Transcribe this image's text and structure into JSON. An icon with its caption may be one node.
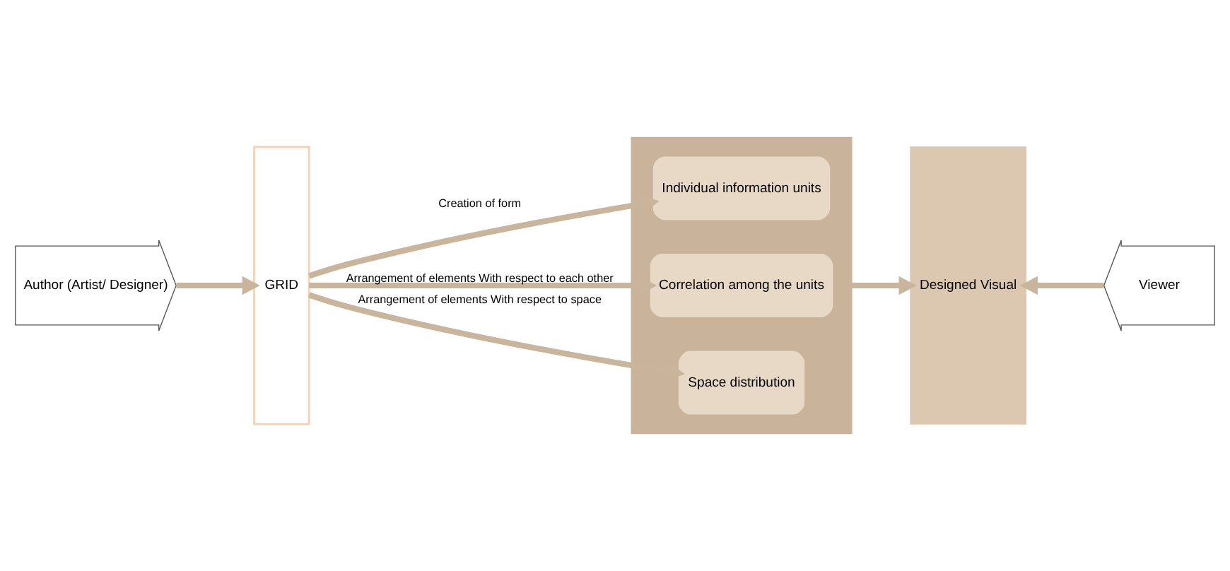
{
  "diagram": {
    "nodes": [
      {
        "text": [
          "Author (Artist/ Designer)"
        ]
      },
      {
        "text": [
          "GRID"
        ]
      },
      {
        "text": [],
        "shape": "bar"
      },
      {
        "text": [
          "Individual information units"
        ],
        "in": 2
      },
      {
        "text": [
          "Correlation among the units"
        ],
        "in": 2
      },
      {
        "text": [
          "Space distribution"
        ],
        "in": 2
      },
      {
        "text": [
          "Designed Visual"
        ]
      },
      {
        "text": [
          "Viewer"
        ]
      }
    ],
    "edges": [
      {
        "from": 0,
        "to": 1,
        "arrow": "to"
      },
      {
        "from": 1,
        "to": 3,
        "arrow": "to",
        "label": "Creation of form"
      },
      {
        "from": 1,
        "to": 4,
        "arrow": "to",
        "label": "Arrangement of elements With respect to each other"
      },
      {
        "from": 1,
        "to": 5,
        "arrow": "to",
        "label": "Arrangement of elements With respect to space"
      },
      {
        "from": 2,
        "to": 6,
        "arrow": "to"
      },
      {
        "from": 7,
        "to": 6,
        "arrow": "to"
      }
    ]
  }
}
